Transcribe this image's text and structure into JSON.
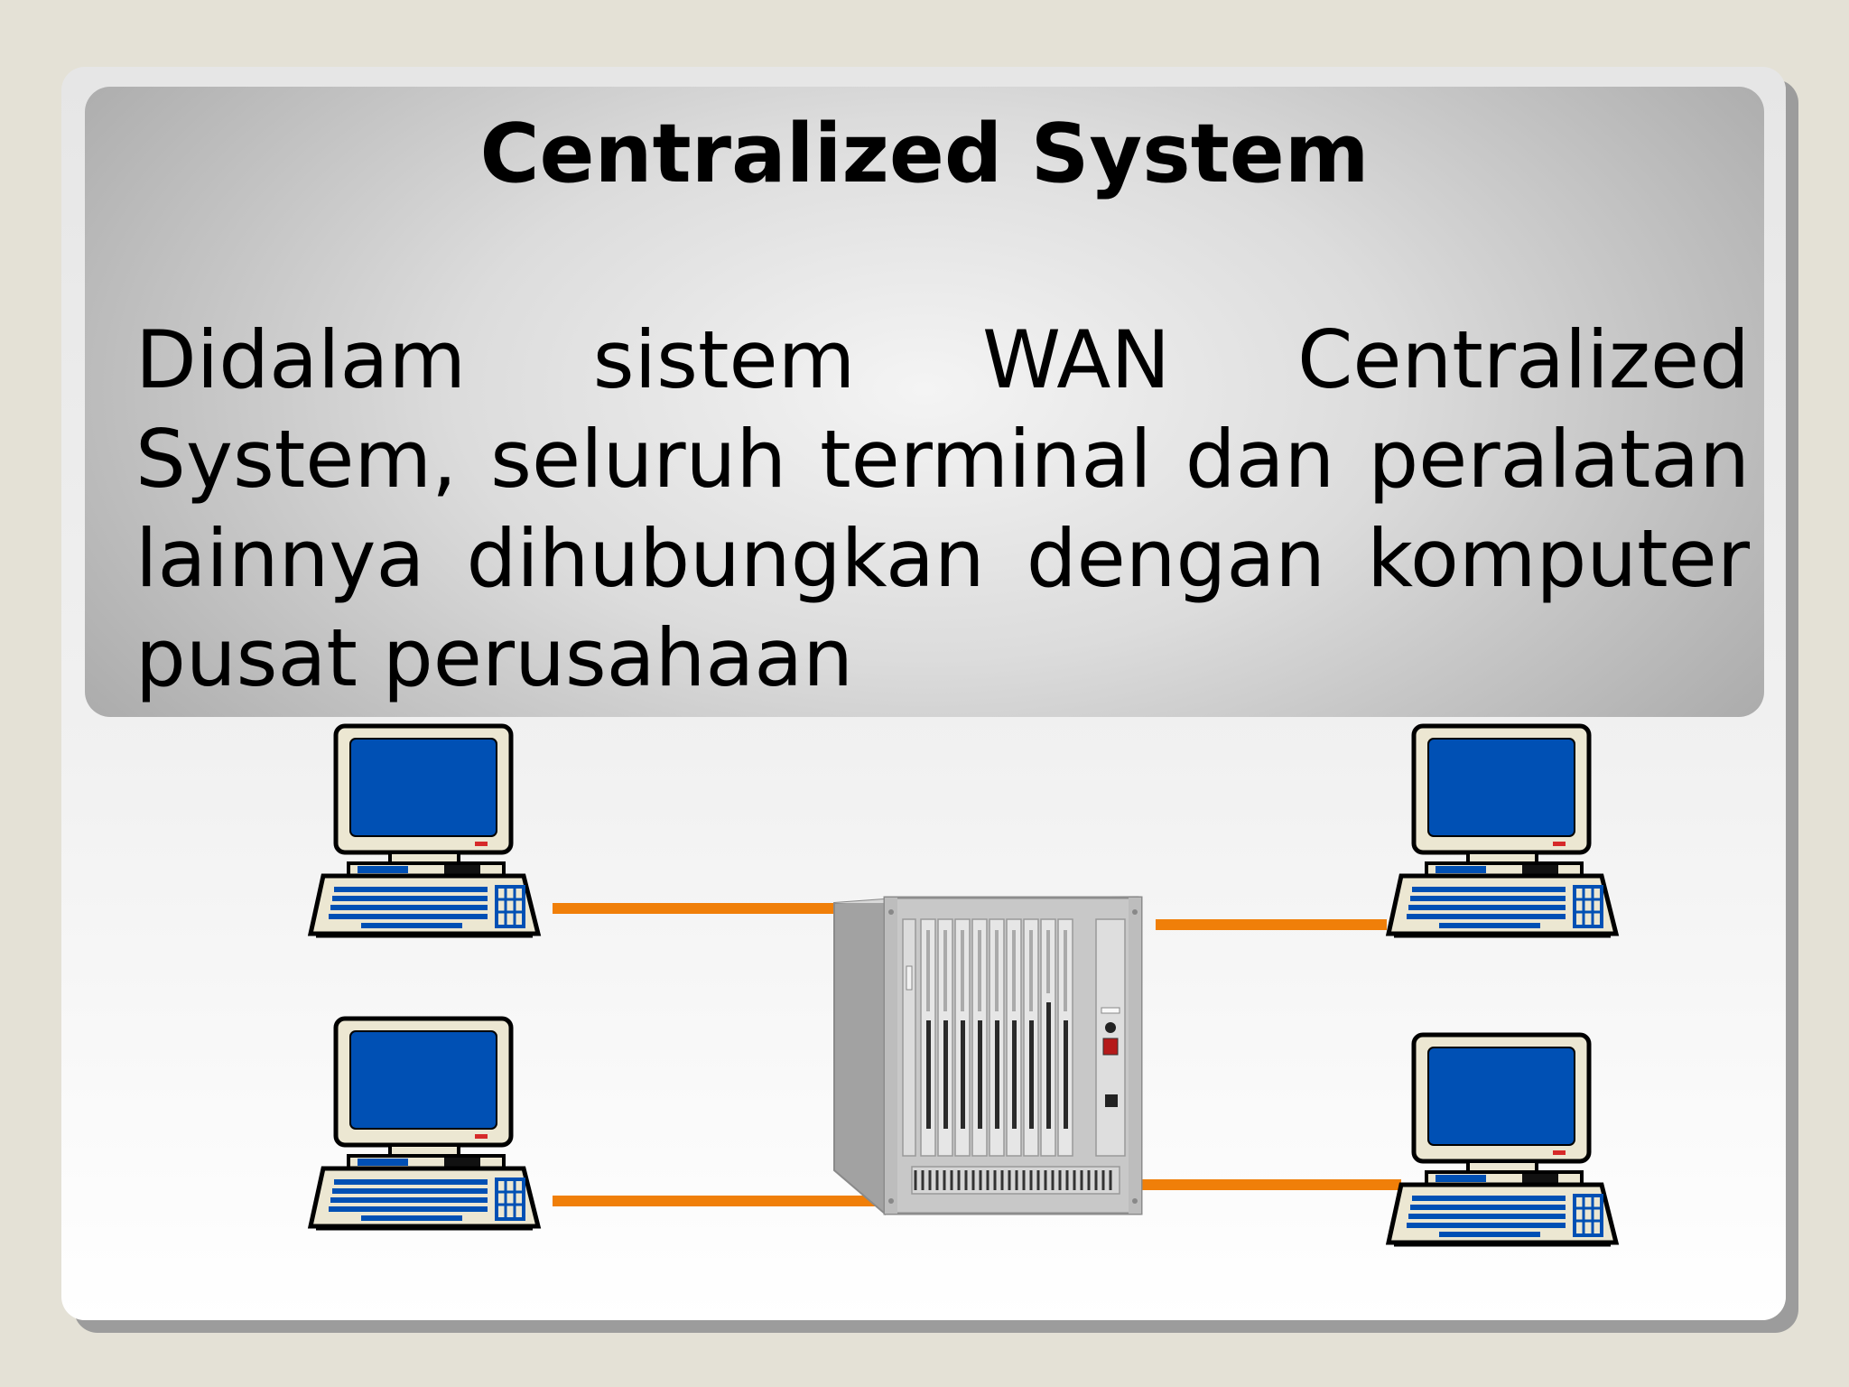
{
  "slide": {
    "title": "Centralized System",
    "body": "Didalam sistem WAN Centralized System, seluruh terminal dan peralatan lainnya dihubungkan dengan komputer pusat perusahaan"
  },
  "diagram": {
    "nodes": [
      {
        "id": "terminal-top-left",
        "icon": "desktop-computer-icon"
      },
      {
        "id": "terminal-bottom-left",
        "icon": "desktop-computer-icon"
      },
      {
        "id": "terminal-top-right",
        "icon": "desktop-computer-icon"
      },
      {
        "id": "terminal-bottom-right",
        "icon": "desktop-computer-icon"
      },
      {
        "id": "central-server",
        "icon": "server-rack-icon"
      }
    ],
    "edges": [
      {
        "from": "terminal-top-left",
        "to": "central-server"
      },
      {
        "from": "terminal-bottom-left",
        "to": "central-server"
      },
      {
        "from": "central-server",
        "to": "terminal-top-right"
      },
      {
        "from": "central-server",
        "to": "terminal-bottom-right"
      }
    ],
    "colors": {
      "connection": "#f07f09",
      "screen": "#0050b4",
      "monitor_body": "#ece7d2",
      "keyboard_keys": "#0050b4",
      "server_body": "#c8c8c8"
    }
  }
}
